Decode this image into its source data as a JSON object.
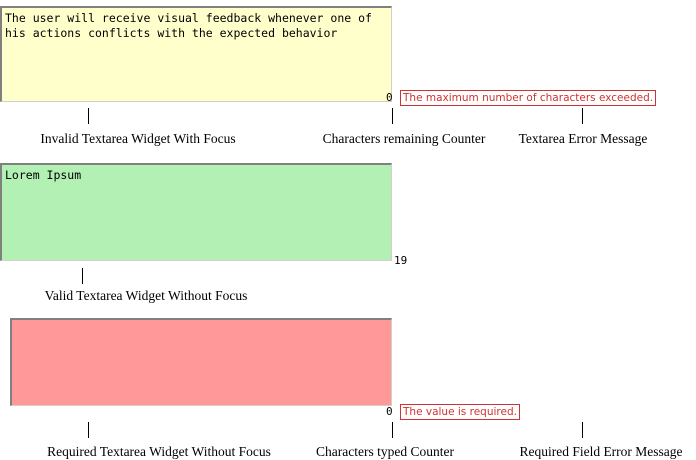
{
  "widgets": {
    "invalid_focus": {
      "value": "The user will receive visual feedback whenever one of his actions conflicts with the expected behavior",
      "background_color": "#ffffcc",
      "counter": "0",
      "error": "The maximum number of characters exceeded."
    },
    "valid_no_focus": {
      "value": "Lorem Ipsum",
      "background_color": "#b3f0b3",
      "counter": "19"
    },
    "required_no_focus": {
      "value": "",
      "background_color": "#ff9999",
      "counter": "0",
      "error": "The value is required."
    }
  },
  "annotations": {
    "row1": [
      {
        "label": "Invalid Textarea Widget With Focus"
      },
      {
        "label": "Characters remaining Counter"
      },
      {
        "label": "Textarea Error Message"
      }
    ],
    "row2": [
      {
        "label": "Valid Textarea Widget Without Focus"
      }
    ],
    "row3": [
      {
        "label": "Required Textarea Widget Without Focus"
      },
      {
        "label": "Characters typed Counter"
      },
      {
        "label": "Required Field Error Message"
      }
    ]
  },
  "colors": {
    "error_red": "#cc3333",
    "border_gray": "#808080",
    "text_black": "#000000"
  }
}
